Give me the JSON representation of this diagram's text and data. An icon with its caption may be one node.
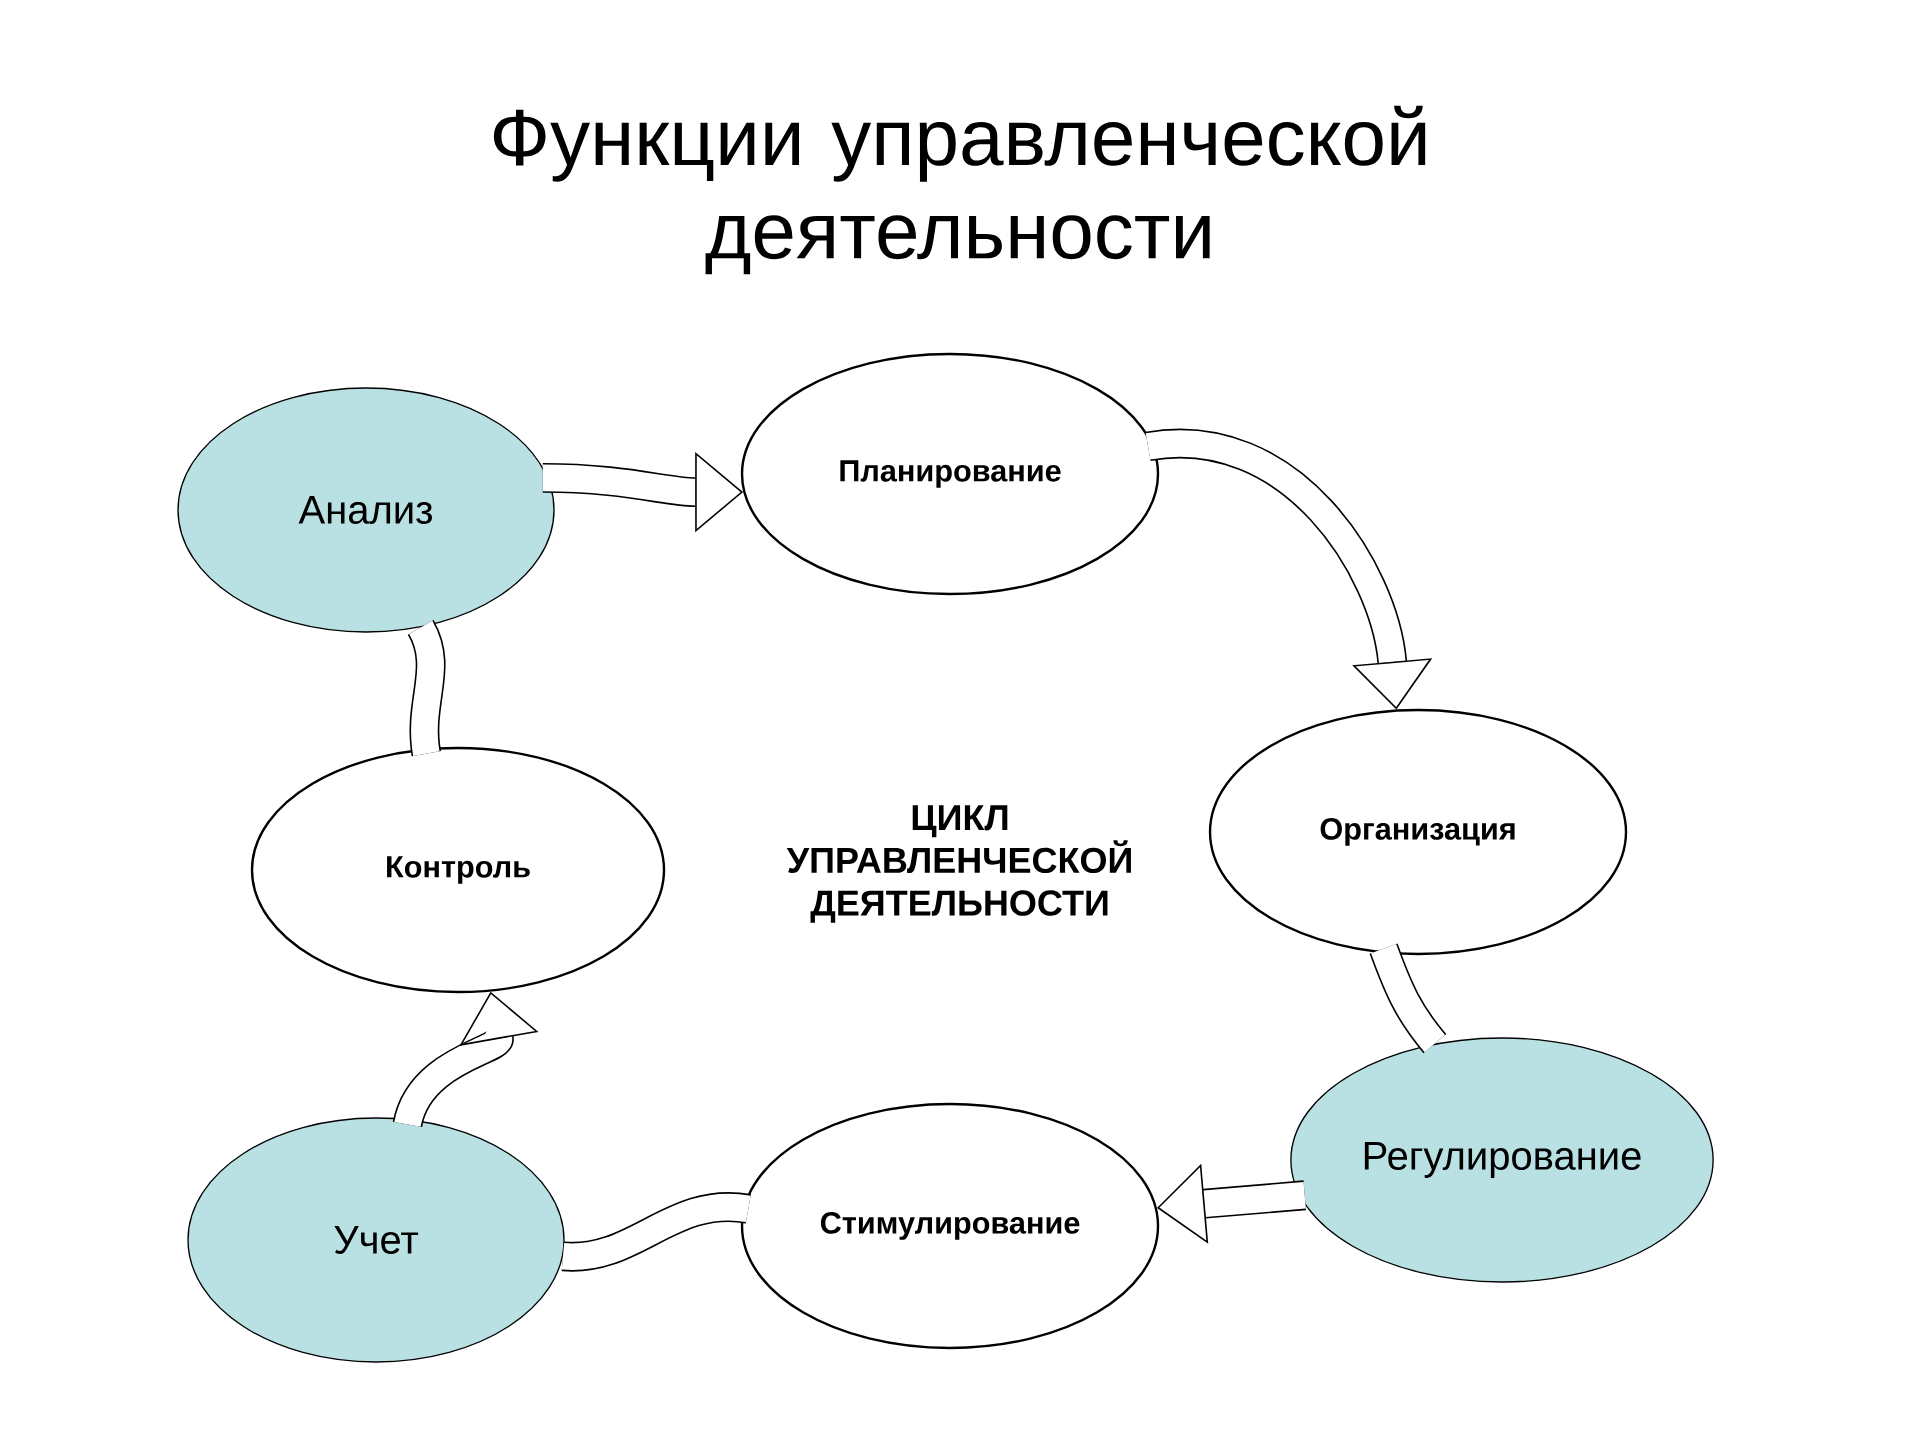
{
  "diagram": {
    "title": "Функции управленческой деятельности",
    "nodes": [
      {
        "text": [
          "Анализ"
        ]
      },
      {
        "text": [
          "Планирование"
        ]
      },
      {
        "text": [
          "Контроль"
        ]
      },
      {
        "text": [
          "Организация"
        ]
      },
      {
        "text": [
          "Регулирование"
        ]
      },
      {
        "text": [
          "Учет"
        ]
      },
      {
        "text": [
          "Стимулирование"
        ]
      }
    ],
    "edges": [
      {
        "from": 0,
        "to": 1,
        "arrow": "to"
      },
      {
        "from": 1,
        "to": 3,
        "arrow": "to"
      },
      {
        "from": 3,
        "to": 4,
        "arrow": "none"
      },
      {
        "from": 4,
        "to": 6,
        "arrow": "to"
      },
      {
        "from": 6,
        "to": 5,
        "arrow": "none"
      },
      {
        "from": 5,
        "to": 2,
        "arrow": "to"
      },
      {
        "from": 2,
        "to": 0,
        "arrow": "none"
      }
    ],
    "labels": [
      "ЦИКЛ УПРАВЛЕНЧЕСКОЙ ДЕЯТЕЛЬНОСТИ"
    ]
  }
}
